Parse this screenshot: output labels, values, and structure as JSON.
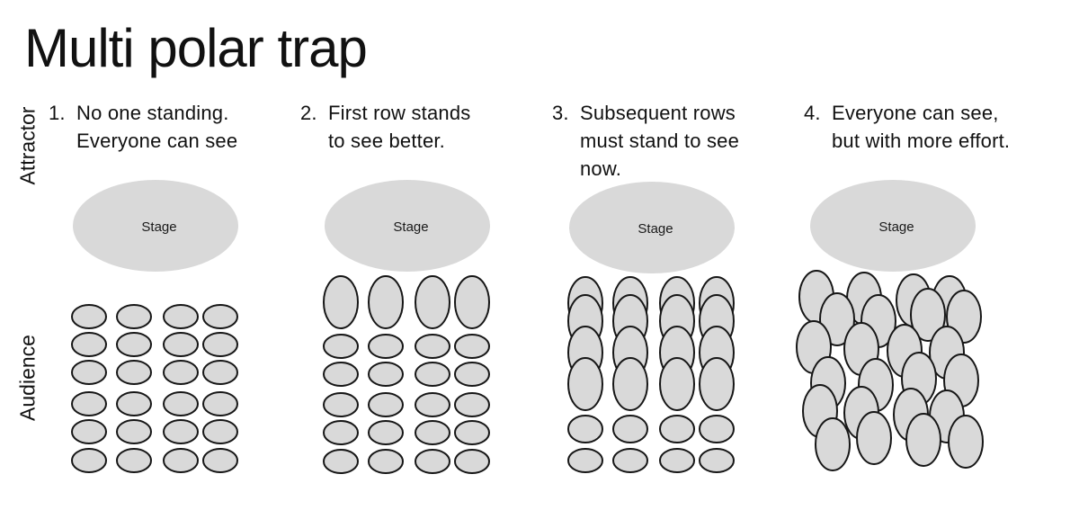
{
  "title": "Multi polar trap",
  "side_labels": {
    "attractor": "Attractor",
    "audience": "Audience"
  },
  "colors": {
    "background": "#ffffff",
    "shape_fill": "#d9d9d9",
    "shape_stroke": "#161616",
    "text": "#111111"
  },
  "panels": [
    {
      "number": "1.",
      "caption_lines": [
        "No one standing.",
        "Everyone can see"
      ],
      "stage_label": "Stage",
      "audience": {
        "columns": 4,
        "rows": [
          "sit",
          "sit",
          "sit",
          "sit",
          "sit",
          "sit"
        ],
        "jitter": false
      }
    },
    {
      "number": "2.",
      "caption_lines": [
        "First row stands",
        "to see better."
      ],
      "stage_label": "Stage",
      "audience": {
        "columns": 4,
        "rows": [
          "stand",
          "sit",
          "sit",
          "sit",
          "sit",
          "sit"
        ],
        "jitter": false
      }
    },
    {
      "number": "3.",
      "caption_lines": [
        "Subsequent rows",
        "must stand to see",
        "now."
      ],
      "stage_label": "Stage",
      "audience": {
        "columns": 4,
        "rows": [
          "stand",
          "stand",
          "stand",
          "stand",
          "sit",
          "sit"
        ],
        "jitter": false
      }
    },
    {
      "number": "4.",
      "caption_lines": [
        "Everyone can see,",
        "but with more effort."
      ],
      "stage_label": "Stage",
      "audience": {
        "columns": 4,
        "rows": [
          "stand",
          "stand",
          "stand",
          "stand",
          "stand",
          "stand"
        ],
        "jitter": true
      }
    }
  ]
}
